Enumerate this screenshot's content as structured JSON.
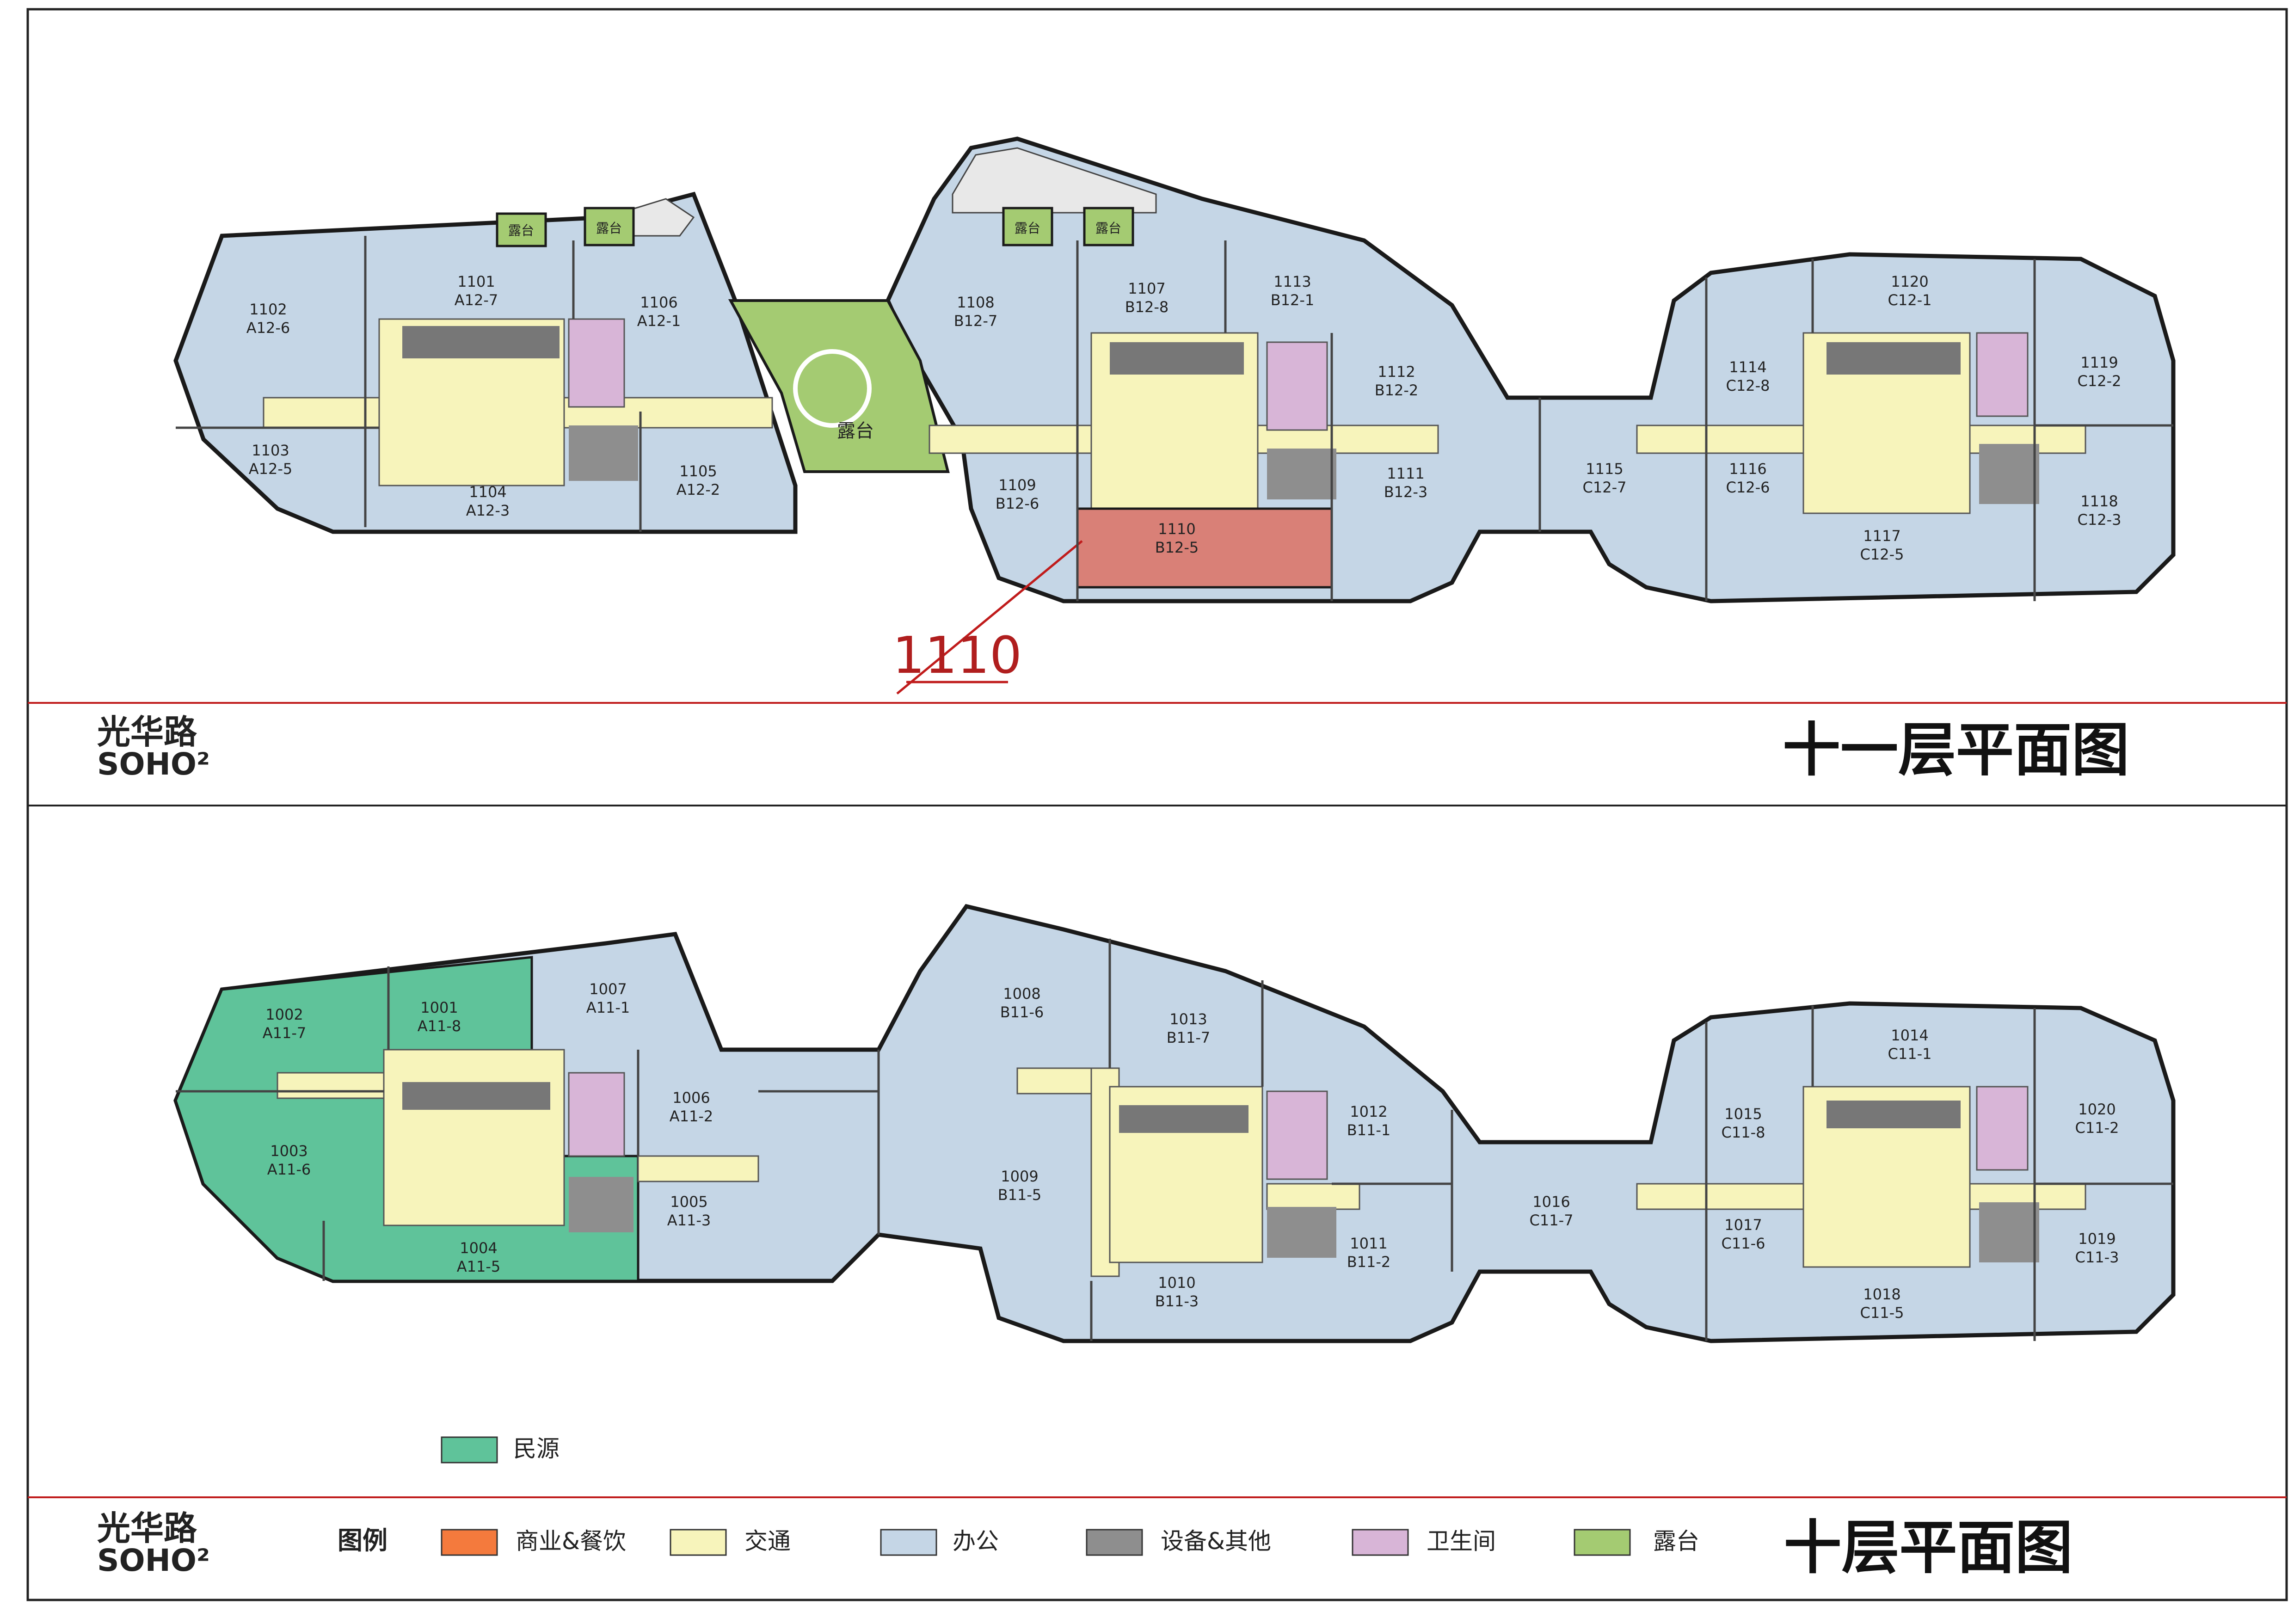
{
  "colors": {
    "office": "#c5d6e6",
    "circulation": "#f7f4bb",
    "equipment": "#8e8e8e",
    "restroom": "#d8b5d7",
    "terrace": "#a4cb72",
    "commercial": "#f47a3d",
    "minyuan": "#5fc39a",
    "highlight": "#d98077",
    "redline": "#c01b1b",
    "outline": "#1a1a1a"
  },
  "brand": {
    "line1": "光华路",
    "line2": "SOHO²"
  },
  "floor11": {
    "title": "十一层平面图",
    "callout": "1110",
    "terraces": [
      "露台",
      "露台",
      "露台",
      "露台"
    ],
    "bridge_label": "露台",
    "units": [
      {
        "num": "1102",
        "code": "A12-6"
      },
      {
        "num": "1101",
        "code": "A12-7"
      },
      {
        "num": "1106",
        "code": "A12-1"
      },
      {
        "num": "1103",
        "code": "A12-5"
      },
      {
        "num": "1104",
        "code": "A12-3"
      },
      {
        "num": "1105",
        "code": "A12-2"
      },
      {
        "num": "1108",
        "code": "B12-7"
      },
      {
        "num": "1107",
        "code": "B12-8"
      },
      {
        "num": "1113",
        "code": "B12-1"
      },
      {
        "num": "1112",
        "code": "B12-2"
      },
      {
        "num": "1109",
        "code": "B12-6"
      },
      {
        "num": "1110",
        "code": "B12-5"
      },
      {
        "num": "1111",
        "code": "B12-3"
      },
      {
        "num": "1120",
        "code": "C12-1"
      },
      {
        "num": "1114",
        "code": "C12-8"
      },
      {
        "num": "1119",
        "code": "C12-2"
      },
      {
        "num": "1115",
        "code": "C12-7"
      },
      {
        "num": "1116",
        "code": "C12-6"
      },
      {
        "num": "1117",
        "code": "C12-5"
      },
      {
        "num": "1118",
        "code": "C12-3"
      }
    ]
  },
  "floor10": {
    "title": "十层平面图",
    "units": [
      {
        "num": "1002",
        "code": "A11-7"
      },
      {
        "num": "1001",
        "code": "A11-8"
      },
      {
        "num": "1007",
        "code": "A11-1"
      },
      {
        "num": "1006",
        "code": "A11-2"
      },
      {
        "num": "1003",
        "code": "A11-6"
      },
      {
        "num": "1005",
        "code": "A11-3"
      },
      {
        "num": "1004",
        "code": "A11-5"
      },
      {
        "num": "1008",
        "code": "B11-6"
      },
      {
        "num": "1013",
        "code": "B11-7"
      },
      {
        "num": "1012",
        "code": "B11-1"
      },
      {
        "num": "1009",
        "code": "B11-5"
      },
      {
        "num": "1011",
        "code": "B11-2"
      },
      {
        "num": "1010",
        "code": "B11-3"
      },
      {
        "num": "1014",
        "code": "C11-1"
      },
      {
        "num": "1015",
        "code": "C11-8"
      },
      {
        "num": "1020",
        "code": "C11-2"
      },
      {
        "num": "1016",
        "code": "C11-7"
      },
      {
        "num": "1017",
        "code": "C11-6"
      },
      {
        "num": "1019",
        "code": "C11-3"
      },
      {
        "num": "1018",
        "code": "C11-5"
      }
    ]
  },
  "legend": {
    "title": "图例",
    "minyuan": "民源",
    "items": [
      {
        "label": "商业&餐饮"
      },
      {
        "label": "交通"
      },
      {
        "label": "办公"
      },
      {
        "label": "设备&其他"
      },
      {
        "label": "卫生间"
      },
      {
        "label": "露台"
      }
    ]
  }
}
